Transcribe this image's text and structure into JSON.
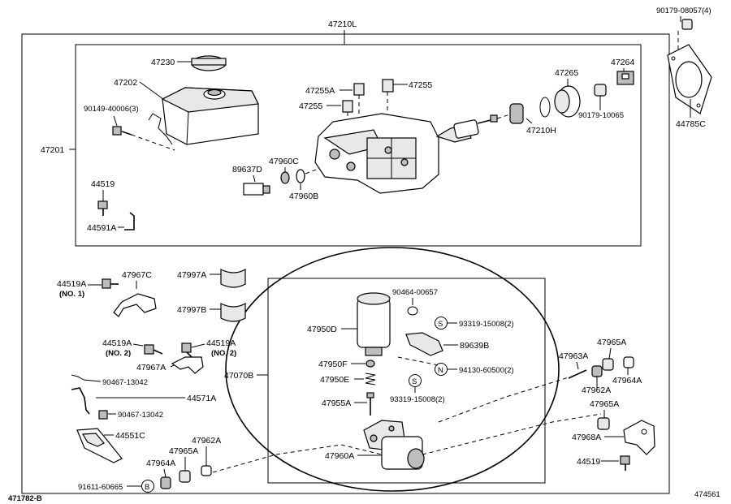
{
  "labels": {
    "p_90179_08057": "90179-08057(4)",
    "p_47210L": "47210L",
    "p_47230": "47230",
    "p_47202": "47202",
    "p_90149": "90149-40006(3)",
    "p_47201": "47201",
    "p_44519_top": "44519",
    "p_44591A": "44591A",
    "p_47255A": "47255A",
    "p_47255_a": "47255",
    "p_47255_b": "47255",
    "p_89637D": "89637D",
    "p_47960C": "47960C",
    "p_47960B": "47960B",
    "p_47265": "47265",
    "p_47264": "47264",
    "p_47210H": "47210H",
    "p_90179_10065": "90179-10065",
    "p_44785C": "44785C",
    "p_44519A_1": "44519A",
    "p_no1": "(NO. 1)",
    "p_47967C": "47967C",
    "p_47997A": "47997A",
    "p_47997B": "47997B",
    "p_44519A_2": "44519A",
    "p_no2": "(NO. 2)",
    "p_44519A_3": "44519A",
    "p_no2b": "(NO. 2)",
    "p_47967A": "47967A",
    "p_90467_a": "90467-13042",
    "p_44571A": "44571A",
    "p_90467_b": "90467-13042",
    "p_44551C": "44551C",
    "p_47964A_l": "47964A",
    "p_47965A_l": "47965A",
    "p_47962A_l": "47962A",
    "p_91611": "91611-60665",
    "p_B": "B",
    "p_47070B": "47070B",
    "p_90464": "90464-00657",
    "p_47950D": "47950D",
    "p_S1": "S",
    "p_93319_a": "93319-15008(2)",
    "p_89639B": "89639B",
    "p_47950F": "47950F",
    "p_N": "N",
    "p_94130": "94130-60500(2)",
    "p_47950E": "47950E",
    "p_S2": "S",
    "p_93319_b": "93319-15008(2)",
    "p_47955A": "47955A",
    "p_47960A": "47960A",
    "p_47963A": "47963A",
    "p_47965A_r1": "47965A",
    "p_47962A_r": "47962A",
    "p_47964A_r": "47964A",
    "p_47965A_r2": "47965A",
    "p_47968A": "47968A",
    "p_44519_r": "44519",
    "p_471782B": "471782-B",
    "p_474561": "474561"
  }
}
